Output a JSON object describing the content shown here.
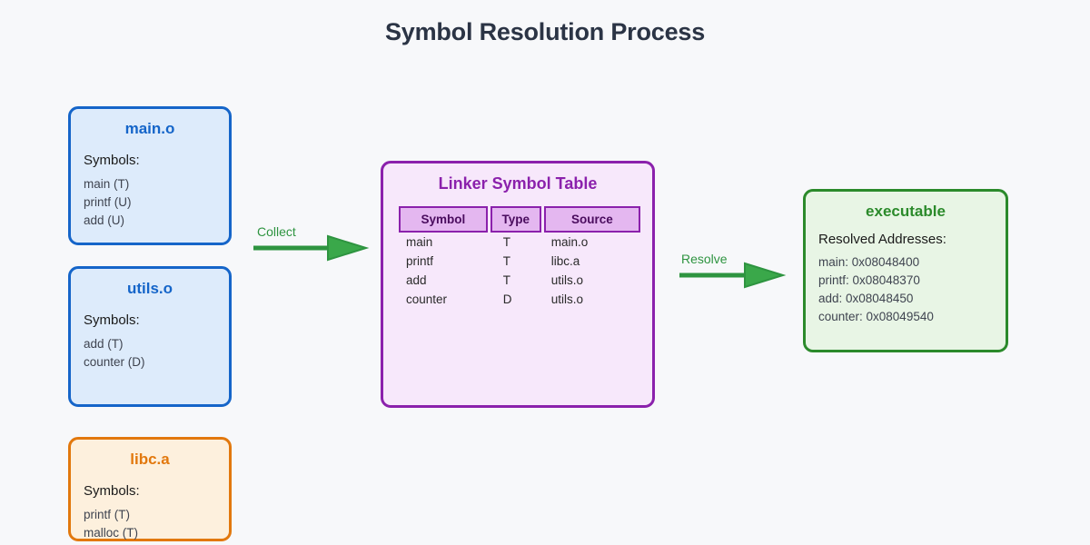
{
  "title": "Symbol Resolution Process",
  "background_color": "#f7f8fa",
  "colors": {
    "title": "#2b3445",
    "object_accent": "#1565c9",
    "archive_accent": "#e2780d",
    "executable_accent": "#2b8a2b",
    "table_accent": "#8b21ac",
    "arrow": "#2e9440"
  },
  "inputs": [
    {
      "name": "main.o",
      "section_label": "Symbols:",
      "symbols": [
        "main (T)",
        "printf (U)",
        "add (U)"
      ]
    },
    {
      "name": "utils.o",
      "section_label": "Symbols:",
      "symbols": [
        "add (T)",
        "counter (D)"
      ]
    },
    {
      "name": "libc.a",
      "section_label": "Symbols:",
      "symbols": [
        "printf (T)",
        "malloc (T)"
      ]
    }
  ],
  "symbol_table": {
    "title": "Linker Symbol Table",
    "columns": [
      "Symbol",
      "Type",
      "Source"
    ],
    "rows": [
      [
        "main",
        "T",
        "main.o"
      ],
      [
        "printf",
        "T",
        "libc.a"
      ],
      [
        "add",
        "T",
        "utils.o"
      ],
      [
        "counter",
        "D",
        "utils.o"
      ]
    ]
  },
  "executable": {
    "name": "executable",
    "section_label": "Resolved Addresses:",
    "addresses": [
      "main: 0x08048400",
      "printf: 0x08048370",
      "add: 0x08048450",
      "counter: 0x08049540"
    ]
  },
  "arrows": [
    {
      "label": "Collect"
    },
    {
      "label": "Resolve"
    }
  ]
}
